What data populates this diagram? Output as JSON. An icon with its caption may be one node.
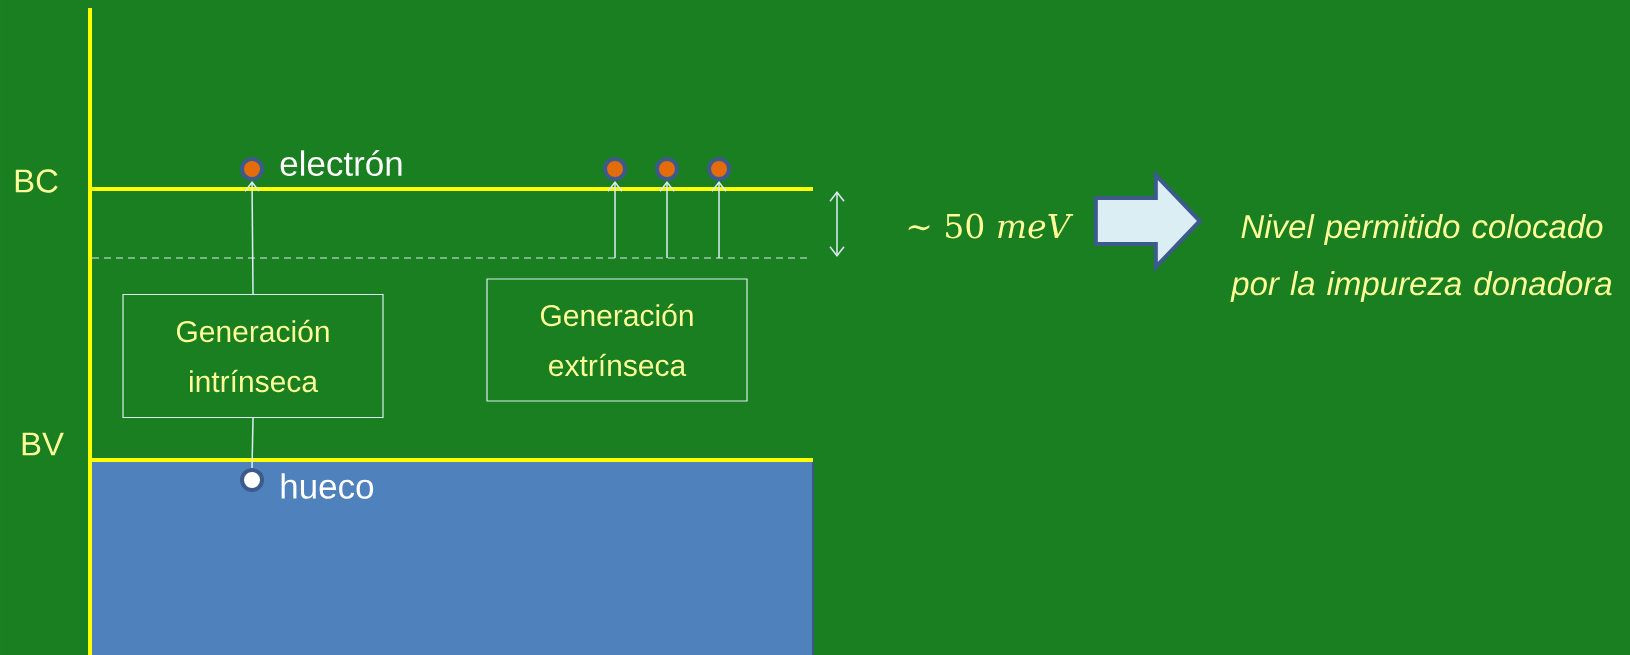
{
  "diagram": {
    "nodes": [
      {
        "text": [],
        "shape": "circle",
        "beside": [
          "electrón"
        ]
      },
      {
        "text": [
          "Generación intrínseca"
        ]
      },
      {
        "text": [],
        "shape": "circle",
        "beside": [
          "hueco"
        ]
      },
      {
        "text": [],
        "shape": "circle"
      },
      {
        "text": [],
        "shape": "circle"
      },
      {
        "text": [],
        "shape": "circle"
      },
      {
        "text": [
          "Generación extrínseca"
        ]
      },
      {
        "text": [
          "Nivel permitido colocado por la impureza donadora"
        ]
      }
    ],
    "edges": [
      {
        "from": 1,
        "to": 0,
        "arrow": "to"
      },
      {
        "from": 2,
        "to": 1,
        "arrow": "none"
      },
      {
        "from": null,
        "to": 3,
        "arrow": "to"
      },
      {
        "from": null,
        "to": 4,
        "arrow": "to"
      },
      {
        "from": null,
        "to": 5,
        "arrow": "to"
      },
      {
        "from": null,
        "to": 7,
        "arrow": "to",
        "style": "thick"
      }
    ],
    "labels": [
      "BC",
      "BV",
      "∼ 50 *meV*"
    ]
  }
}
